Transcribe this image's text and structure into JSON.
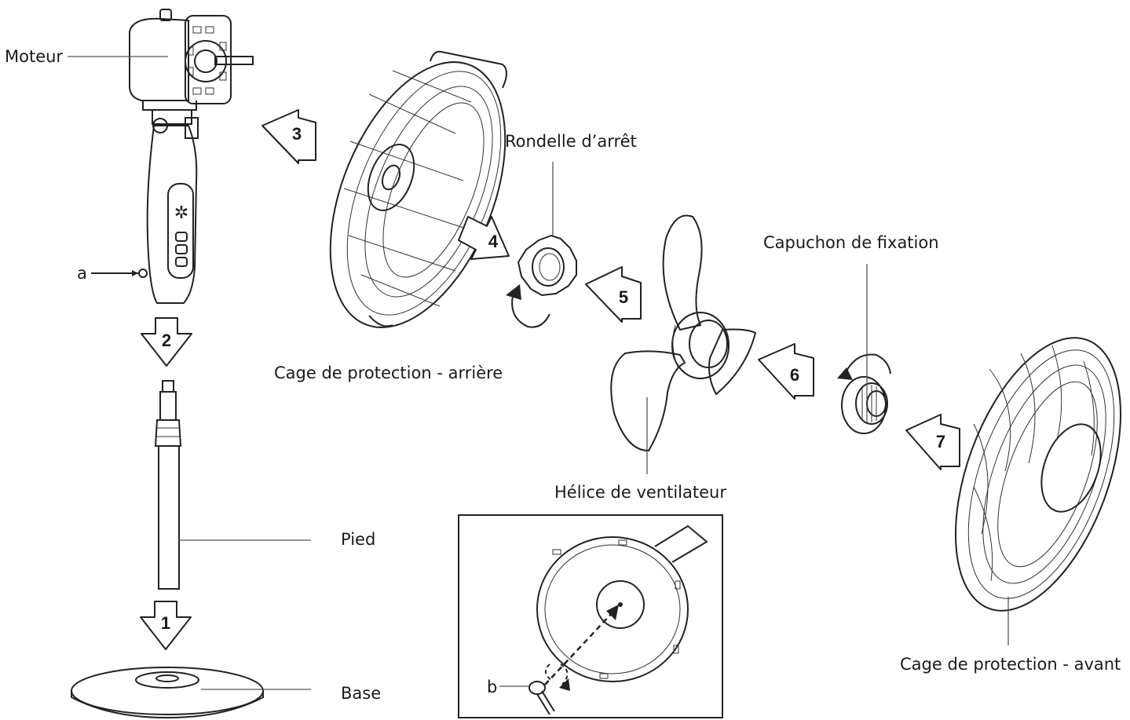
{
  "labels": {
    "moteur": "Moteur",
    "a": "a",
    "rondelle": "Rondelle d’arrêt",
    "cage_arriere": "Cage de protection - arrière",
    "capuchon": "Capuchon de fixation",
    "helice": "Hélice de ventilateur",
    "pied": "Pied",
    "base": "Base",
    "b": "b",
    "cage_avant": "Cage de protection - avant"
  },
  "steps": [
    "1",
    "2",
    "3",
    "4",
    "5",
    "6",
    "7"
  ],
  "colors": {
    "line": "#222222",
    "text": "#1a1a1a",
    "background": "#ffffff"
  }
}
